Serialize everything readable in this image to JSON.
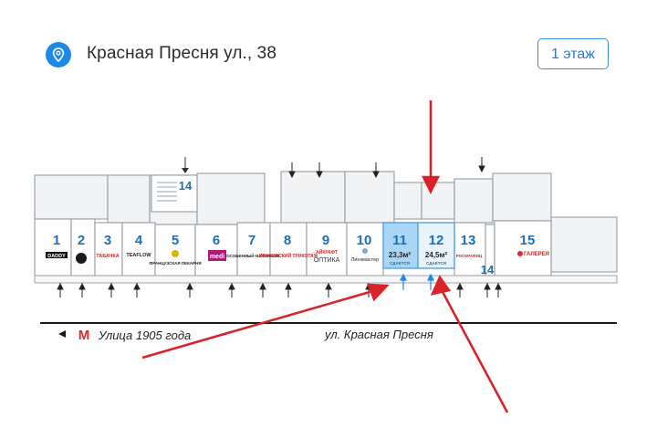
{
  "header": {
    "address": "Красная Пресня ул., 38",
    "floor_button": "1 этаж",
    "location_icon": "map-pin-icon"
  },
  "colors": {
    "accent": "#1e88e5",
    "wall": "#9aa3ab",
    "highlight": "#a9d6f5",
    "arrow": "#d8232a",
    "unit_number": "#1d6fb8"
  },
  "units": [
    {
      "number": "1",
      "label": "DADDY"
    },
    {
      "number": "2",
      "label": ""
    },
    {
      "number": "3",
      "label": "ТАБАЧКА"
    },
    {
      "number": "4",
      "label": "TEAFLOW"
    },
    {
      "number": "5",
      "label": "ФРАНЦУЗСКАЯ ПЕКАРНЯ"
    },
    {
      "number": "6",
      "label": "medi"
    },
    {
      "number": "7",
      "label": "ОСОБЕННЫЙ НАПОЛЕОН"
    },
    {
      "number": "8",
      "label": "ИВАНОВСКИЙ ТРИКОТАЖ"
    },
    {
      "number": "9",
      "label": "ОПТИКА",
      "brand": "АЙКРАФТ"
    },
    {
      "number": "10",
      "label": "Линзмастер"
    },
    {
      "number": "11",
      "area": "23,3м²",
      "status": "СДАЕТСЯ"
    },
    {
      "number": "12",
      "area": "24,5м²",
      "status": "СДАЕТСЯ"
    },
    {
      "number": "13",
      "label": "РОСКРАФИЦ"
    },
    {
      "number": "15",
      "label": "ГАЛЕРЕЯ"
    }
  ],
  "stair_units": [
    "14",
    "14"
  ],
  "streets": {
    "left": "Улица 1905 года",
    "right": "ул. Красная Пресня"
  },
  "metro": "М"
}
